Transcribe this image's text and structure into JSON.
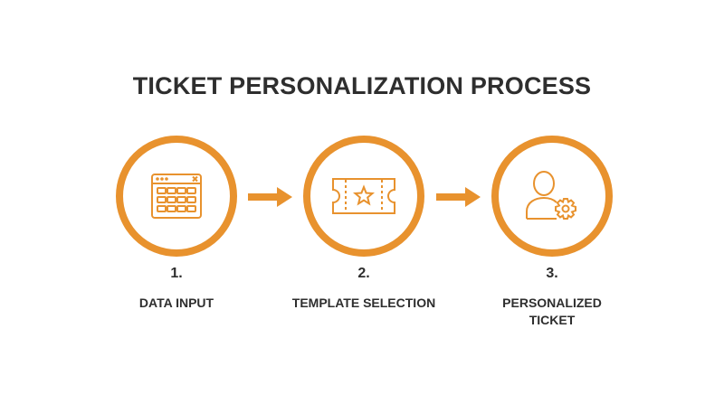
{
  "title": "TICKET PERSONALIZATION PROCESS",
  "colors": {
    "accent": "#e8922e",
    "text": "#2e2e2e",
    "background": "#ffffff"
  },
  "steps": [
    {
      "number": "1.",
      "label": "DATA INPUT",
      "icon": "data-grid-window-icon"
    },
    {
      "number": "2.",
      "label": "TEMPLATE SELECTION",
      "icon": "ticket-star-icon"
    },
    {
      "number": "3.",
      "label": "PERSONALIZED TICKET",
      "icon": "user-gear-icon"
    }
  ],
  "connectors": [
    "arrow-right-icon",
    "arrow-right-icon"
  ]
}
